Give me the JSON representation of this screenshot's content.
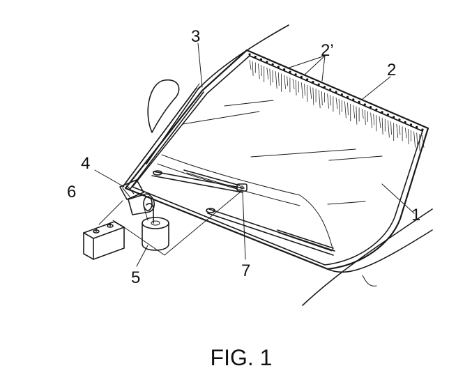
{
  "figure": {
    "caption": "FIG. 1",
    "labels": {
      "windshield": "1",
      "heating_strip": "2",
      "heating_elements": "2’",
      "pillar": "3",
      "motor": "4",
      "reservoir": "5",
      "battery": "6",
      "nozzle": "7"
    }
  }
}
